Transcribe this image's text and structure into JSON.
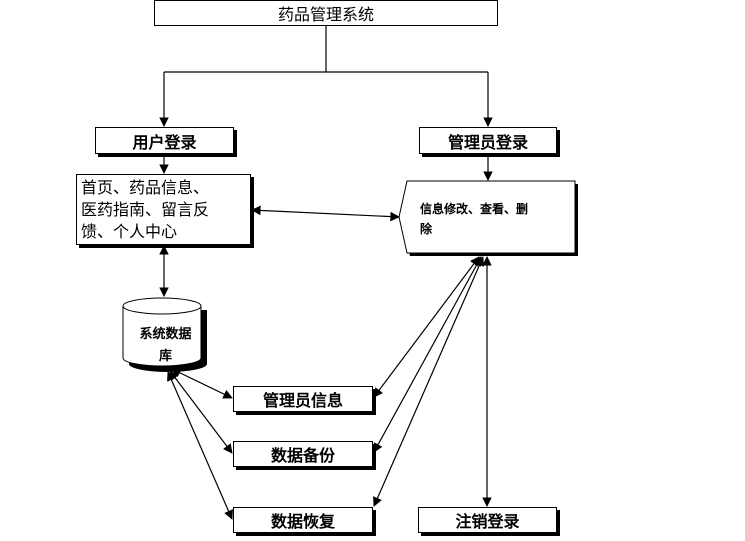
{
  "title": "药品管理系统",
  "user_login": "用户登录",
  "admin_login": "管理员登录",
  "user_functions": {
    "line1": "首页、药品信息、",
    "line2": "医药指南、留言反",
    "line3": "馈、个人中心"
  },
  "admin_operations": {
    "line1": "信息修改、查看、删",
    "line2": "除"
  },
  "database": {
    "line1": "系统数据",
    "line2": "库"
  },
  "admin_info": "管理员信息",
  "data_backup": "数据备份",
  "data_restore": "数据恢复",
  "logout": "注销登录"
}
